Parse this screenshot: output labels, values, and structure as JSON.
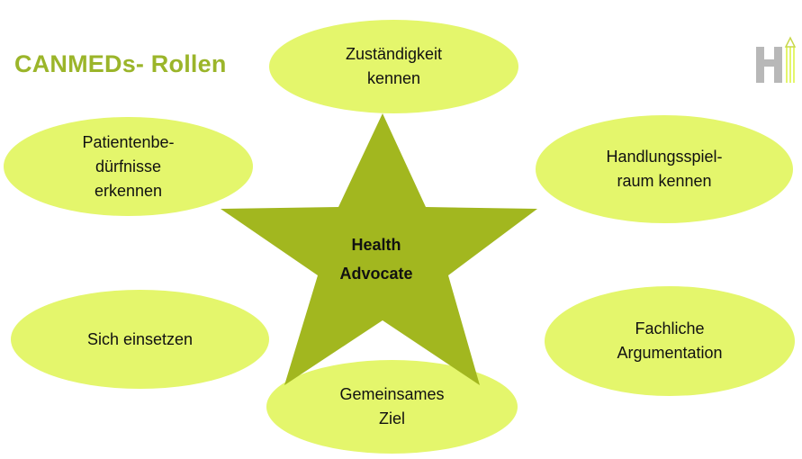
{
  "title": "CANMEDs- Rollen",
  "center": {
    "label": "Health\nAdvocate"
  },
  "bubbles": {
    "top": "Zuständigkeit\nkennen",
    "top_left": "Patientenbe-\ndürfnisse\nerkennen",
    "top_right": "Handlungsspiel-\nraum kennen",
    "middle_left": "Sich einsetzen",
    "middle_right": "Fachliche\nArgumentation",
    "bottom": "Gemeinsames\nZiel"
  },
  "colors": {
    "title": "#9bb52a",
    "bubble_fill": "#e4f66c",
    "star_fill": "#a2b71f",
    "logo": "#b8b8b8"
  },
  "logo": {
    "icon": "h-logo-icon"
  }
}
